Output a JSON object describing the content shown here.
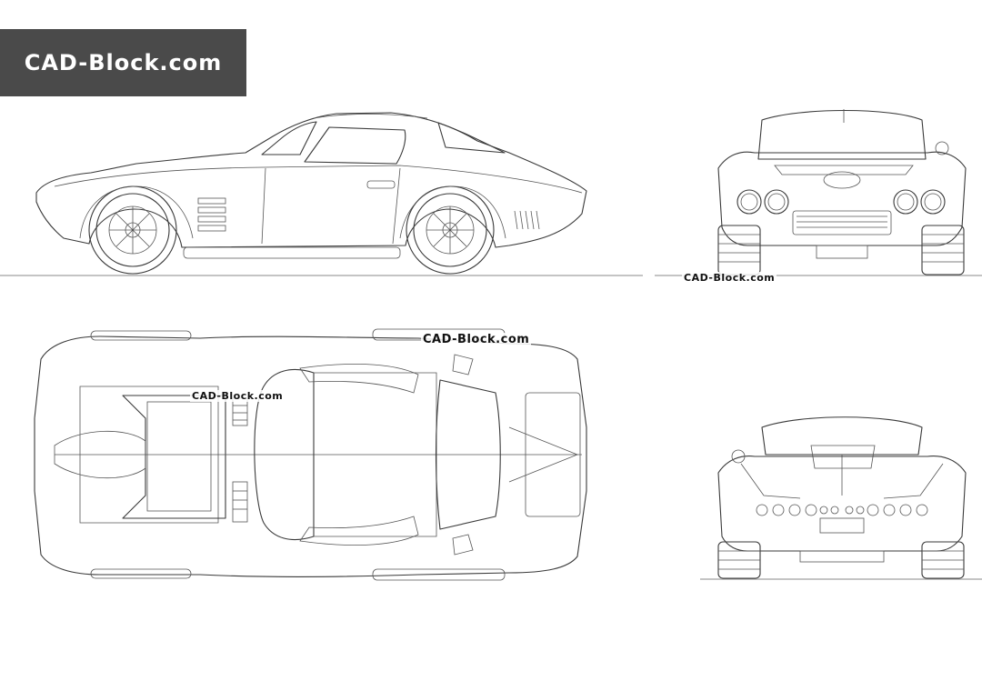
{
  "logo": {
    "text": "CAD-Block.com"
  },
  "watermarks": {
    "front_view": "CAD-Block.com",
    "top_view_right": "CAD-Block.com",
    "top_view_left": "CAD-Block.com"
  },
  "colors": {
    "logo_background": "#4a4a4a",
    "logo_text": "#ffffff",
    "line": "#3a3a3a",
    "background": "#ffffff"
  }
}
